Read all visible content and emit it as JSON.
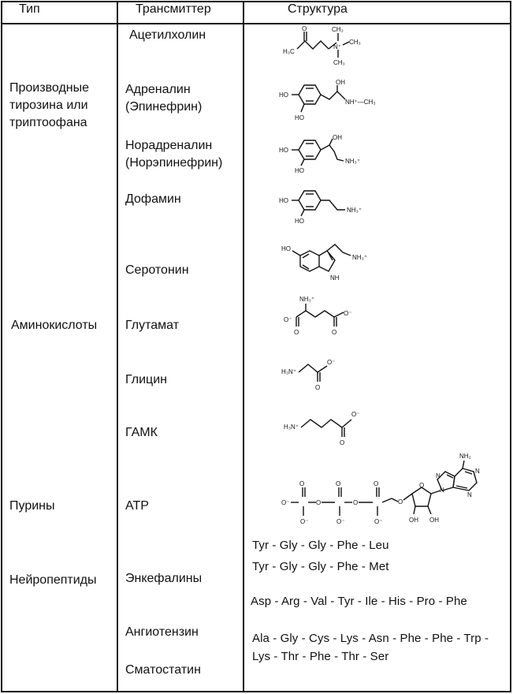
{
  "headers": {
    "type": "Тип",
    "transmitter": "Трансмиттер",
    "structure": "Структура"
  },
  "types": {
    "tyrosine": [
      "Производные",
      "тирозина или",
      "триптоофана"
    ],
    "amino": "Аминокислоты",
    "purines": "Пурины",
    "neuropeptides": "Нейропептиды"
  },
  "transmitters": {
    "acetylcholine": "Ацетилхолин",
    "adrenaline": [
      "Адреналин",
      "(Эпинефрин)"
    ],
    "noradrenaline": [
      "Норадреналин",
      "(Норэпинефрин)"
    ],
    "dopamine": "Дофамин",
    "serotonin": "Серотонин",
    "glutamate": "Глутамат",
    "glycine": "Глицин",
    "gaba": "ГАМК",
    "atp": "ATP",
    "enkephalins": "Энкефалины",
    "angiotensin": "Ангиотензин",
    "somatostatin": "Сматостатин"
  },
  "structure_labels": {
    "h3c": "H₃C",
    "ch3": "CH₃",
    "n_plus": "N⁺",
    "ho": "HO",
    "oh": "OH",
    "nh_ch3": "NH⁺—CH₃",
    "nh3": "NH₃⁺",
    "h3n": "H₃N⁺",
    "nh": "NH",
    "o": "O",
    "o_minus": "O⁻",
    "nh2": "NH₂",
    "n": "N"
  },
  "sequences": {
    "enk1": "Tyr - Gly - Gly - Phe - Leu",
    "enk2": "Tyr - Gly - Gly - Phe - Met",
    "angiotensin": "Asp - Arg - Val - Tyr - Ile - His - Pro - Phe",
    "somatostatin1": "Ala - Gly - Cys - Lys - Asn - Phe - Phe - Trp -",
    "somatostatin2": "Lys - Thr - Phe - Thr - Ser"
  }
}
